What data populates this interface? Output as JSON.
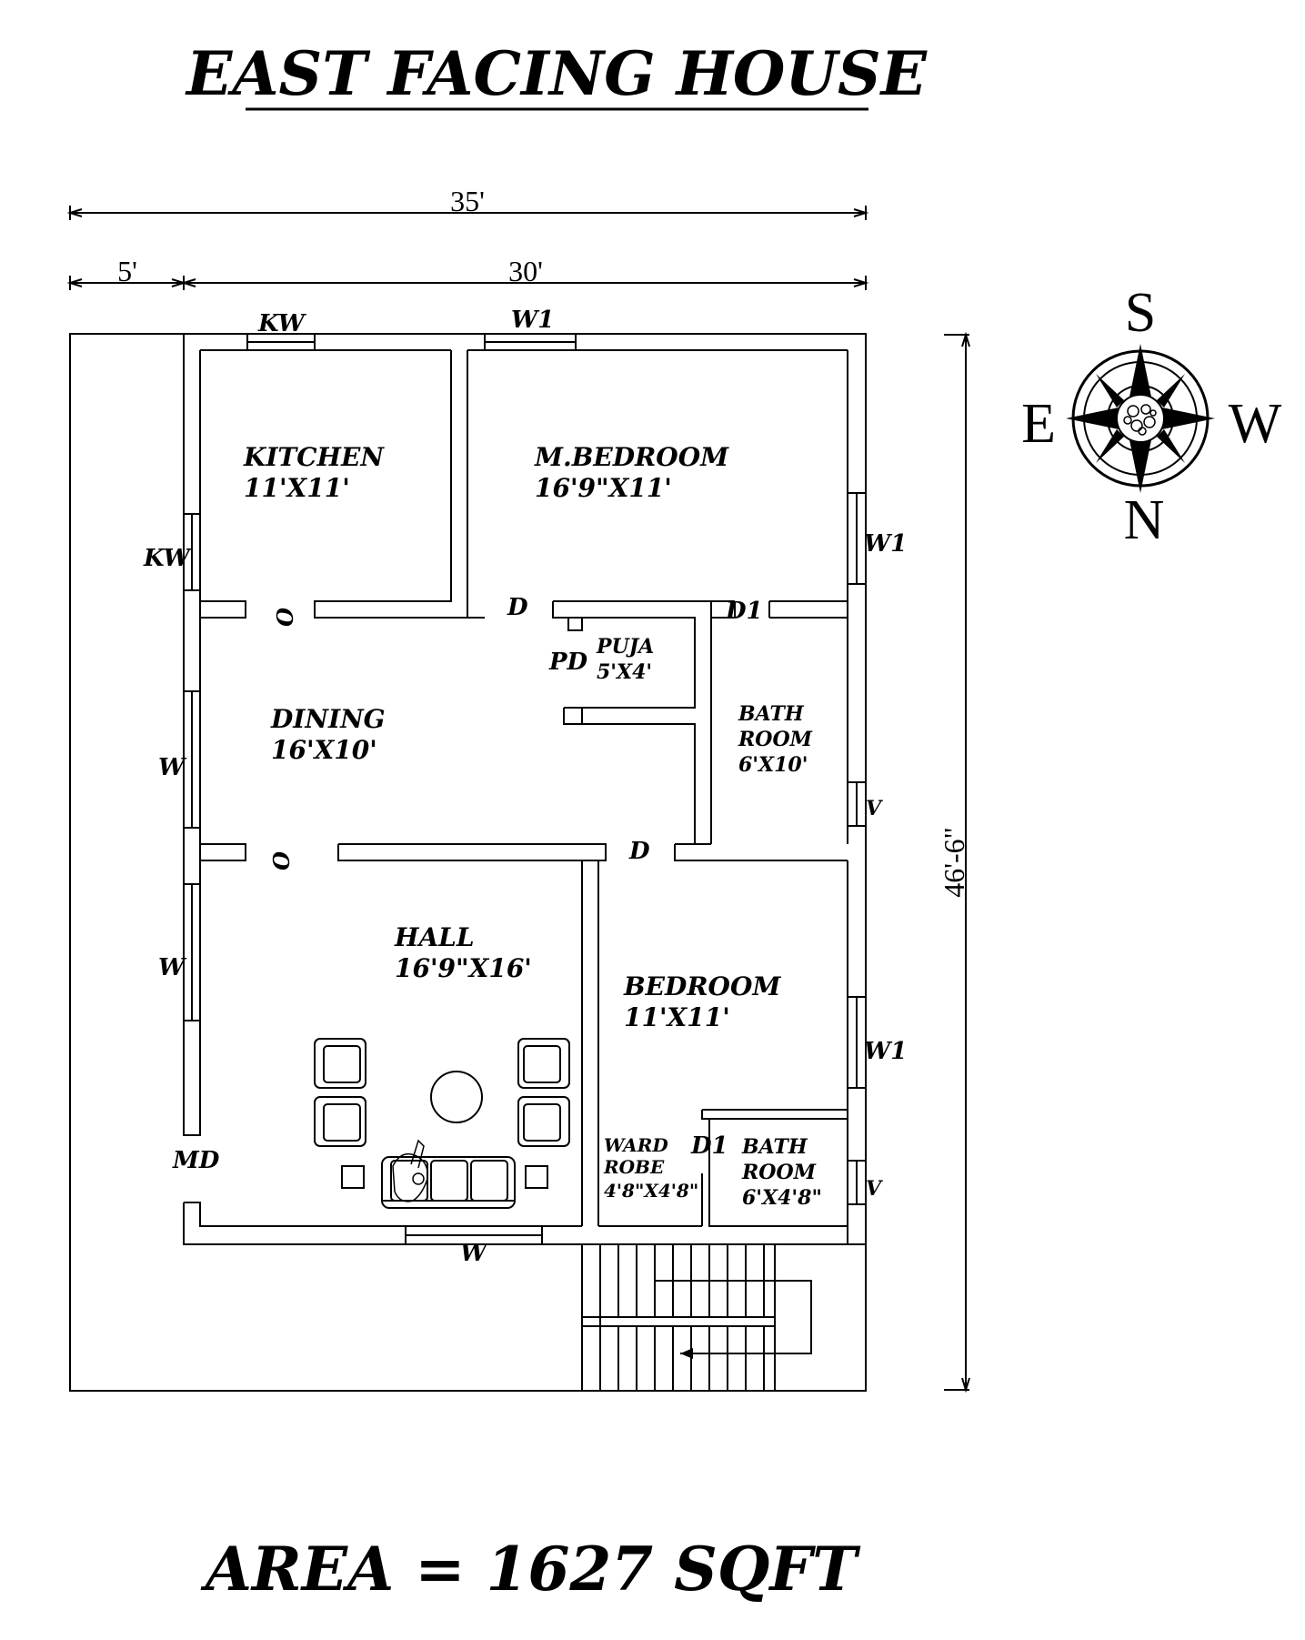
{
  "title": "EAST FACING HOUSE",
  "area": "AREA = 1627 SQFT",
  "dimensions": {
    "total_width": "35'",
    "setback": "5'",
    "building_width": "30'",
    "depth": "46'-6\""
  },
  "compass": {
    "s": "S",
    "e": "E",
    "w": "W",
    "n": "N"
  },
  "rooms": {
    "kitchen": {
      "name": "KITCHEN",
      "size": "11'X11'"
    },
    "master_bedroom": {
      "name": "M.BEDROOM",
      "size": "16'9\"X11'"
    },
    "dining": {
      "name": "DINING",
      "size": "16'X10'"
    },
    "puja": {
      "name": "PUJA",
      "size": "5'X4'"
    },
    "bath_1": {
      "name1": "BATH",
      "name2": "ROOM",
      "size": "6'X10'"
    },
    "hall": {
      "name": "HALL",
      "size": "16'9\"X16'"
    },
    "bedroom": {
      "name": "BEDROOM",
      "size": "11'X11'"
    },
    "wardrobe": {
      "name1": "WARD",
      "name2": "ROBE",
      "size": "4'8\"X4'8\""
    },
    "bath_2": {
      "name1": "BATH",
      "name2": "ROOM",
      "size": "6'X4'8\""
    }
  },
  "openings": {
    "kw_top": "KW",
    "w1_top": "W1",
    "kw_left": "KW",
    "w1_mbed": "W1",
    "o_kitchen": "O",
    "d_mbed": "D",
    "d1_bath": "D1",
    "pd": "PD",
    "w_dining": "W",
    "v_bath1": "V",
    "o_hall": "O",
    "d_bed": "D",
    "w_hall": "W",
    "w1_bed": "W1",
    "md": "MD",
    "d1_bath2": "D1",
    "v_bath2": "V",
    "w_bottom": "W"
  }
}
